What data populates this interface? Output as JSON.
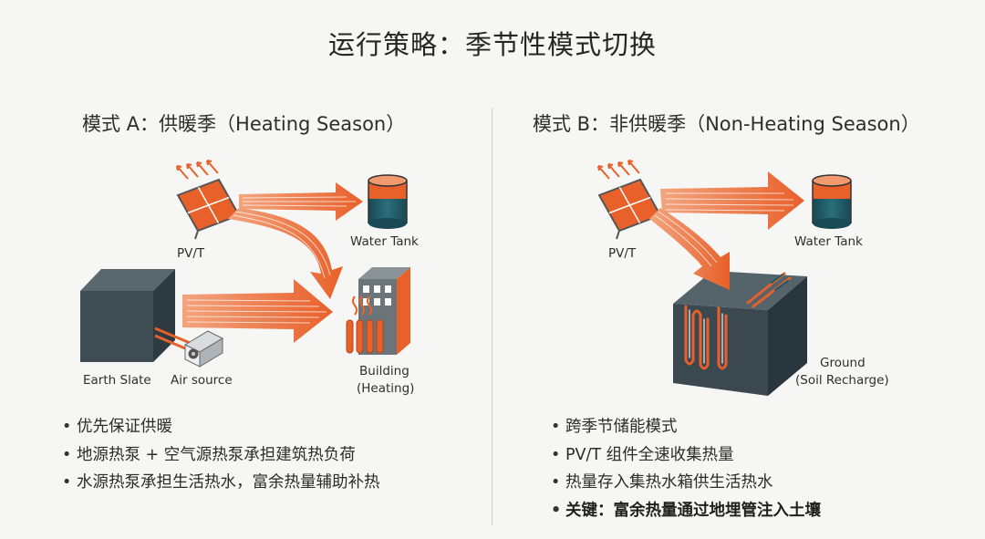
{
  "title": "运行策略：季节性模式切换",
  "mode_a": {
    "title": "模式 A：供暖季（Heating Season）",
    "labels": {
      "pvt": "PV/T",
      "water_tank": "Water Tank",
      "earth_slate": "Earth Slate",
      "air_source": "Air source",
      "building_line1": "Building",
      "building_line2": "(Heating)"
    },
    "bullets": [
      "优先保证供暖",
      "地源热泵 + 空气源热泵承担建筑热负荷",
      "水源热泵承担生活热水，富余热量辅助补热"
    ]
  },
  "mode_b": {
    "title": "模式 B：非供暖季（Non-Heating Season）",
    "labels": {
      "pvt": "PV/T",
      "water_tank": "Water Tank",
      "ground_line1": "Ground",
      "ground_line2": "(Soil Recharge)"
    },
    "bullets": [
      "跨季节储能模式",
      "PV/T 组件全速收集热量",
      "热量存入集热水箱供生活热水"
    ],
    "key_bullet": "关键：富余热量通过地埋管注入土壤"
  },
  "colors": {
    "accent_orange": "#e8602a",
    "tank_teal": "#1f5a66",
    "box_dark": "#3d4a52",
    "building_gray": "#6b7479"
  },
  "icons": [
    "solar-panel-icon",
    "sun-rays-icon",
    "water-tank-icon",
    "earth-box-icon",
    "air-source-unit-icon",
    "building-icon",
    "radiator-icon",
    "heat-waves-icon",
    "ground-box-icon",
    "ground-loop-pipe-icon"
  ]
}
